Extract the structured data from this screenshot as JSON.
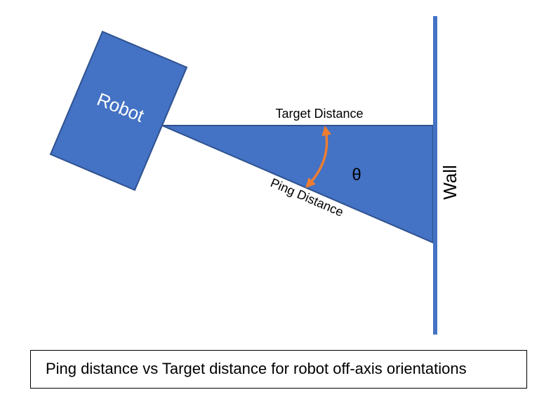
{
  "colors": {
    "shape_fill": "#4472C4",
    "shape_stroke": "#2F528F",
    "arrow": "#ED7D31",
    "text": "#000000",
    "robot_text": "#FFFFFF"
  },
  "diagram": {
    "robot_label": "Robot",
    "wall_label": "Wall",
    "target_distance_label": "Target Distance",
    "ping_distance_label": "Ping Distance",
    "angle_label": "θ",
    "angle_arrow_icon": "double-headed-curved-arrow"
  },
  "caption": {
    "text": "Ping distance vs Target distance for robot off-axis orientations"
  }
}
